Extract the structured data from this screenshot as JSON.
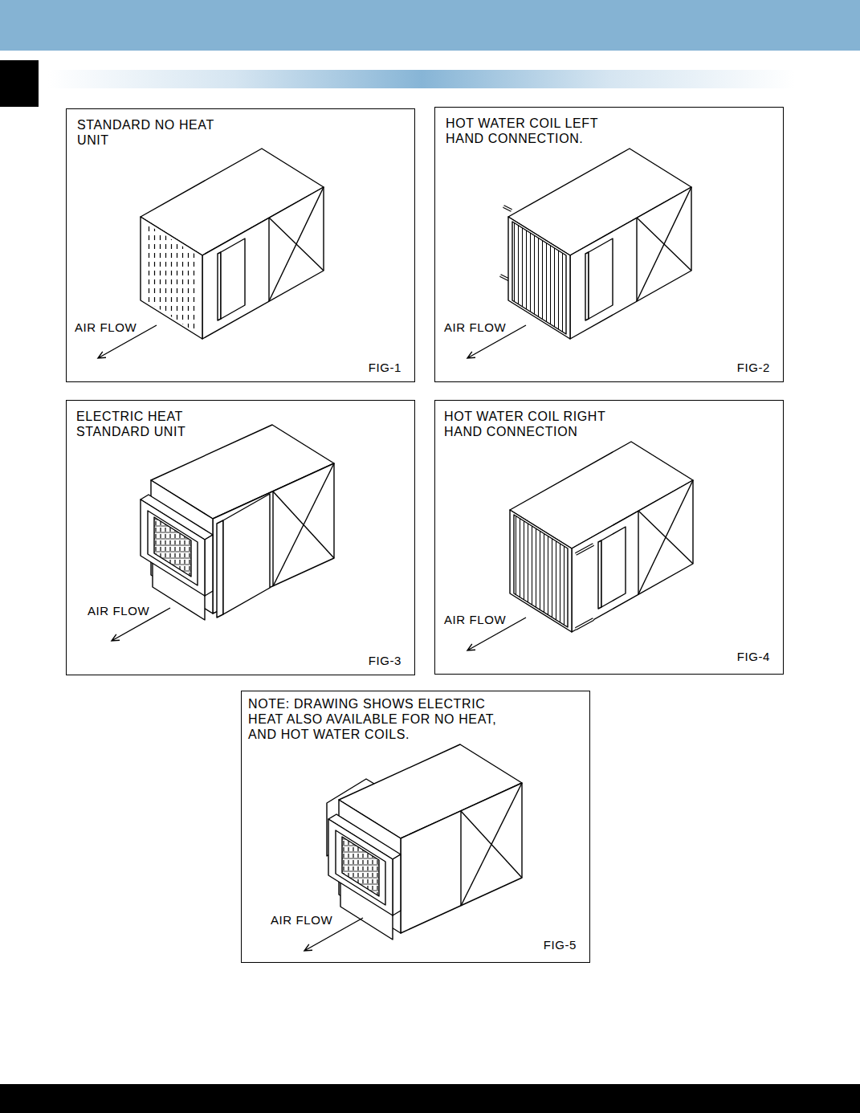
{
  "diagram": {
    "nodes": [
      {
        "text": [
          "STANDARD NO HEAT UNIT",
          "AIR FLOW",
          "FIG-1"
        ]
      },
      {
        "text": [
          "HOT WATER COIL LEFT HAND CONNECTION.",
          "AIR FLOW",
          "FIG-2"
        ]
      },
      {
        "text": [
          "ELECTRIC HEAT STANDARD UNIT",
          "AIR FLOW",
          "FIG-3"
        ]
      },
      {
        "text": [
          "HOT WATER COIL RIGHT HAND CONNECTION",
          "AIR FLOW",
          "FIG-4"
        ]
      },
      {
        "text": [
          "NOTE: DRAWING SHOWS ELECTRIC HEAT ALSO AVAILABLE FOR NO HEAT, AND HOT WATER COILS.",
          "AIR FLOW",
          "FIG-5"
        ]
      }
    ]
  }
}
